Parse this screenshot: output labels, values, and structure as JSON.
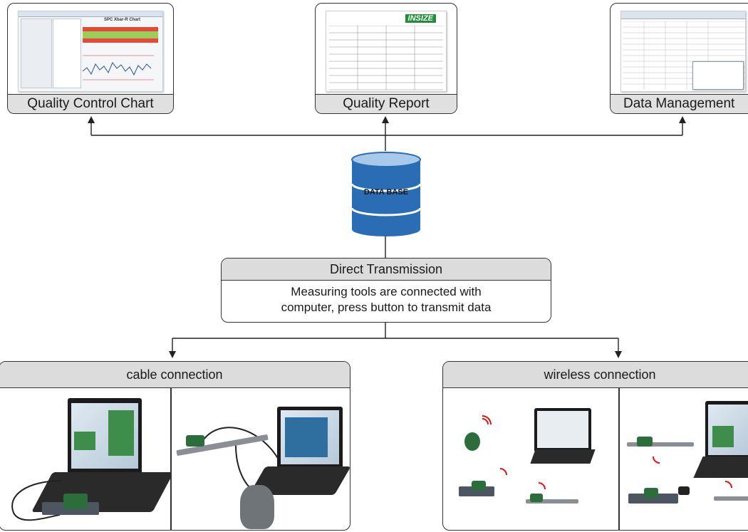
{
  "top_panels": {
    "qcc": {
      "label": "Quality Control Chart",
      "thumb_title": "SPC Xbar-R Chart"
    },
    "report": {
      "label": "Quality Report",
      "logo": "INSIZE"
    },
    "data": {
      "label": "Data Management"
    }
  },
  "database": {
    "label": "DATA BASE"
  },
  "transmission": {
    "title": "Direct Transmission",
    "desc_line1": "Measuring tools are connected with",
    "desc_line2": "computer, press button to transmit data"
  },
  "cable": {
    "title": "cable connection"
  },
  "wireless": {
    "title": "wireless connection"
  },
  "colors": {
    "db_blue": "#2a6db5",
    "db_light": "#a9c9ea",
    "header_gray": "#dcdcdc",
    "accent_red": "#d11111",
    "tool_green": "#3f8d4a"
  }
}
